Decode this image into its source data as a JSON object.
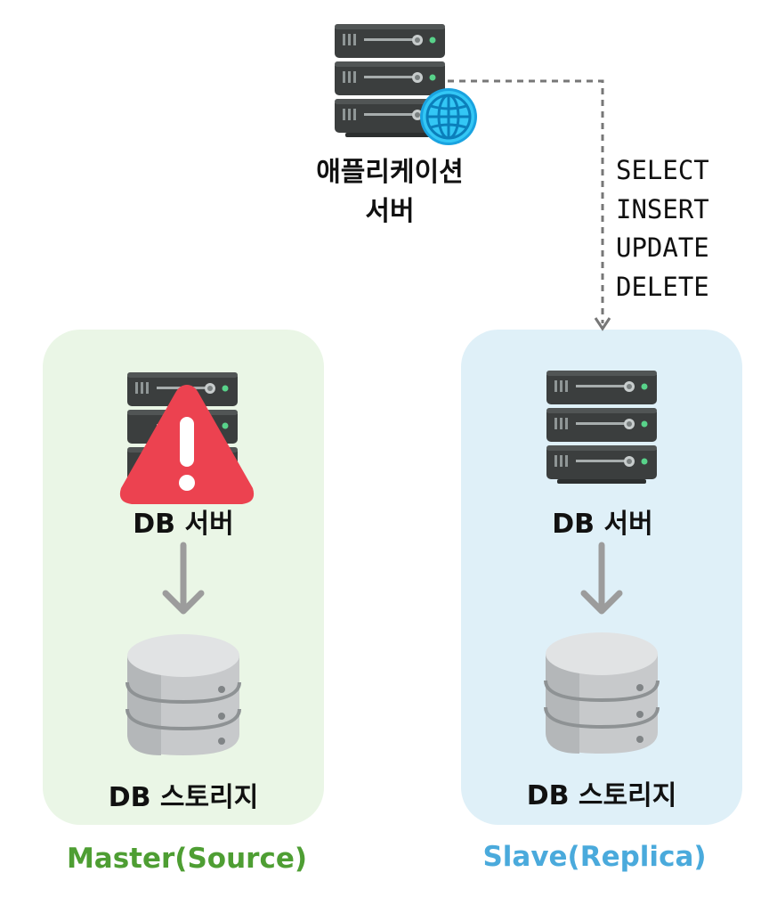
{
  "app_server": {
    "label_line1": "애플리케이션",
    "label_line2": "서버",
    "icon": "server-rack-globe-icon"
  },
  "connection": {
    "statements": [
      "SELECT",
      "INSERT",
      "UPDATE",
      "DELETE"
    ]
  },
  "master": {
    "server_label": "DB 서버",
    "storage_label": "DB 스토리지",
    "role_label": "Master(Source)",
    "role_color": "#4e9e33",
    "panel_color": "#eaf6e6",
    "server_icon": "server-rack-icon",
    "warning_icon": "warning-triangle-icon",
    "warning_color": "#ec4250",
    "storage_icon": "database-cylinder-icon"
  },
  "slave": {
    "server_label": "DB 서버",
    "storage_label": "DB 스토리지",
    "role_label": "Slave(Replica)",
    "role_color": "#4aaadc",
    "panel_color": "#dff0f8",
    "server_icon": "server-rack-icon",
    "storage_icon": "database-cylinder-icon"
  }
}
